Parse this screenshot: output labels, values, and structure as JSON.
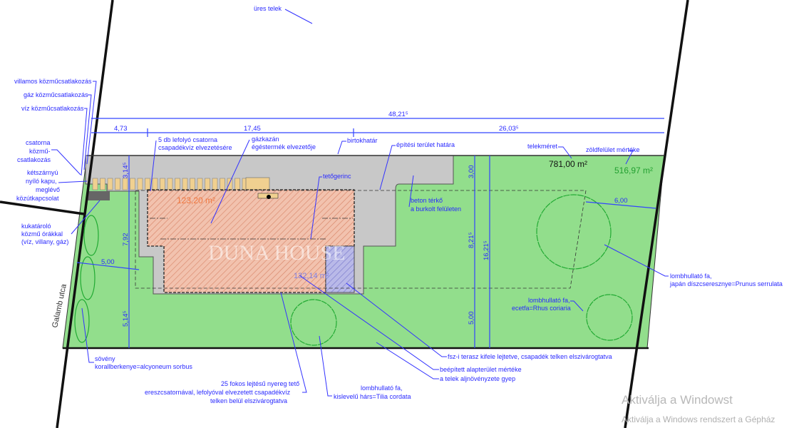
{
  "labels": {
    "ures_telek": "üres telek",
    "villamos": "villamos közműcsatlakozás",
    "gaz": "gáz közműcsatlakozás",
    "viz": "víz közműcsatlakozás",
    "csatorna": [
      "csatorna",
      "közmű-",
      "csatlakozás"
    ],
    "kapu": [
      "kétszárnyú",
      "nyíló kapu,",
      "meglévő",
      "közútkapcsolat"
    ],
    "kuka": [
      "kukatároló",
      "közmű órákkal",
      "(víz, villany, gáz)"
    ],
    "utca": "Galamb utca",
    "lefolyo": [
      "5 db lefolyó csatorna",
      "csapadékvíz elvezetésére"
    ],
    "gazkazan": [
      "gázkazán",
      "égéstermék elvezetője"
    ],
    "birtokhatar": "birtokhatár",
    "epitesi": "építési terület határa",
    "tetogerinc": "tetőgerinc",
    "beton": [
      "beton térkő",
      "a burkolt felületen"
    ],
    "telekmeret": "telekméret",
    "zoldfelulet": "zöldfelület mértéke",
    "tree1": [
      "lombhullató fa,",
      "japán díszcseresznye=Prunus serrulata"
    ],
    "tree2": [
      "lombhullató fa,",
      "ecetfa=Rhus coriaria"
    ],
    "tree3": [
      "lombhullató fa,",
      "kislevelű hárs=Tilia cordata"
    ],
    "soveny": [
      "sövény",
      "korallberkenye=alcyoneum sorbus"
    ],
    "teto": [
      "25 fokos lejtésű nyereg tető",
      "ereszcsatornával, lefolyóval elvezetett csapadékvíz",
      "telken belül elszivárogtatva"
    ],
    "terasz": "fsz-i terasz kifele lejtetve, csapadék telken elszivárogtatva",
    "beepitett": "beépített alapterület mértéke",
    "gyep": "a telek aljnövényzete gyep",
    "watermark": "DUNA HOUSE"
  },
  "areas": {
    "house": "123,20 m²",
    "built": "132,14 m²",
    "plot": "781,00 m²",
    "green": "516,97 m²"
  },
  "dimensions": {
    "total_width": "48,21⁵",
    "front": "4,73",
    "house_width": "17,45",
    "rear": "26,03⁵",
    "left_top": "3,14⁵",
    "left_mid": "7,92",
    "left_bottom": "5,14⁵",
    "right_top": "3,00",
    "right_mid": "8,21⁵",
    "right_bottom": "5,00",
    "depth": "16,21⁵",
    "side_left": "5,00",
    "side_right": "6,00"
  },
  "colors": {
    "green": "#92de8c",
    "paving": "#c8c8c8",
    "house": "#f0b8a0",
    "annotation": "#2a2aff"
  },
  "windows": {
    "line1": "Aktiválja a Windowst",
    "line2": "Aktiválja a Windows rendszert a Gépház"
  }
}
